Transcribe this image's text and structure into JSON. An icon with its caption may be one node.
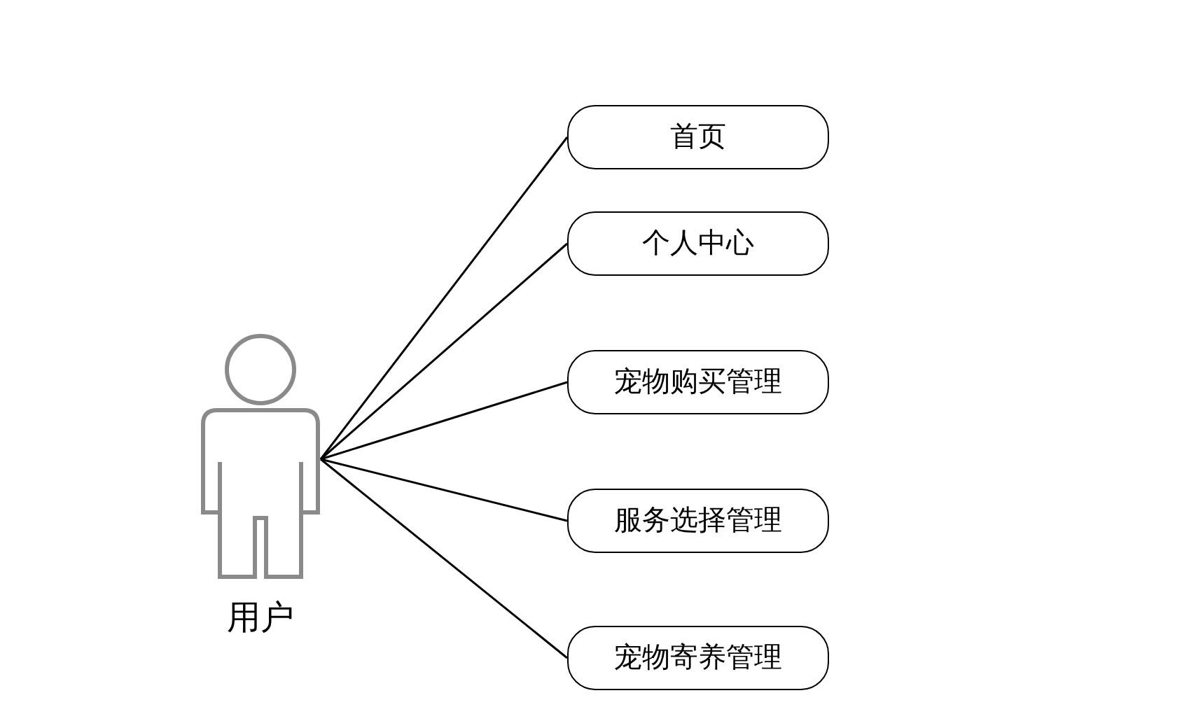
{
  "diagram": {
    "nodes": [
      {
        "text": [
          "用户"
        ]
      },
      {
        "text": [
          "首页"
        ]
      },
      {
        "text": [
          "个人中心"
        ]
      },
      {
        "text": [
          "宠物购买管理"
        ]
      },
      {
        "text": [
          "服务选择管理"
        ]
      },
      {
        "text": [
          "宠物寄养管理"
        ]
      }
    ],
    "edges": [
      {
        "from": 0,
        "to": 1,
        "arrow": "none"
      },
      {
        "from": 0,
        "to": 2,
        "arrow": "none"
      },
      {
        "from": 0,
        "to": 3,
        "arrow": "none"
      },
      {
        "from": 0,
        "to": 4,
        "arrow": "none"
      },
      {
        "from": 0,
        "to": 5,
        "arrow": "none"
      }
    ]
  }
}
